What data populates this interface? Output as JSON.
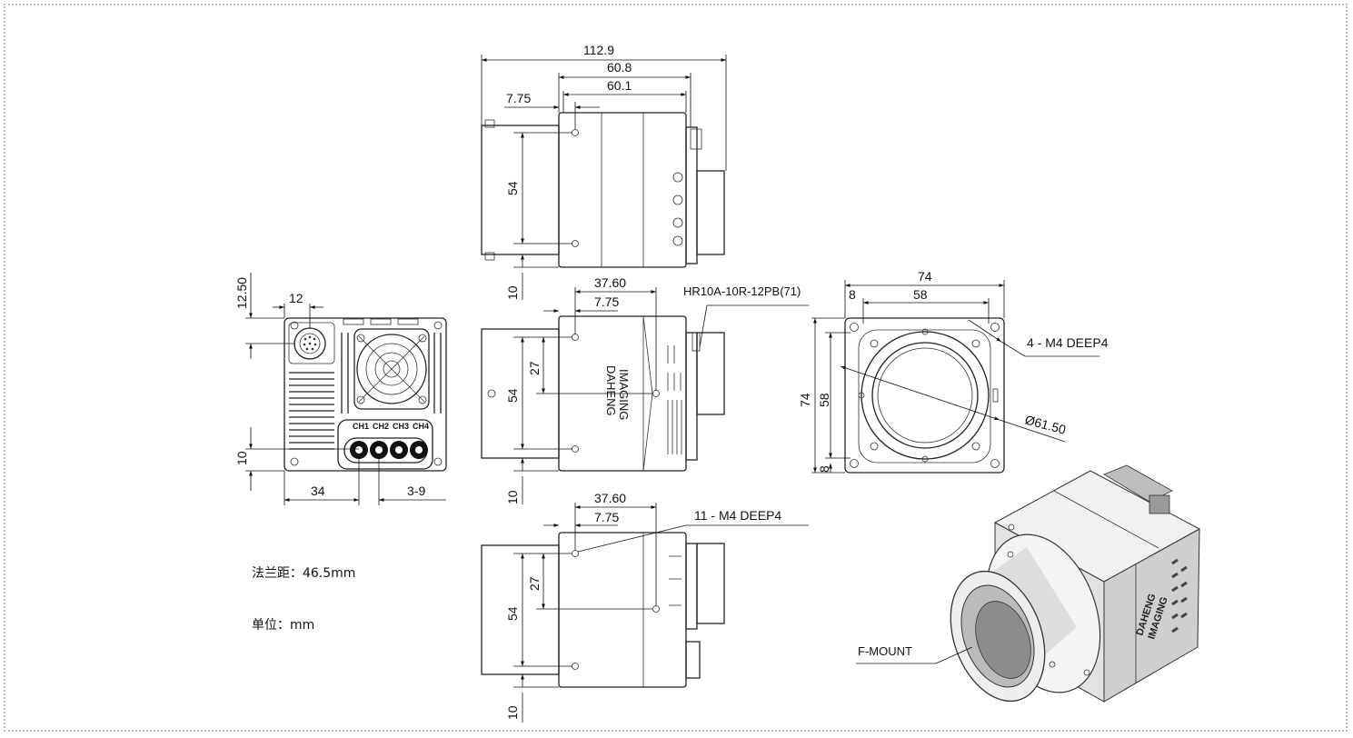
{
  "notes": {
    "flange_distance": "法兰距：46.5mm",
    "unit": "单位：mm"
  },
  "callouts": {
    "connector": "HR10A-10R-12PB(71)",
    "front_holes": "4 - M4 DEEP4",
    "side_holes": "11 - M4 DEEP4",
    "diameter": "Ø61.50",
    "mount": "F-MOUNT"
  },
  "back_view": {
    "channels": [
      "CH1",
      "CH2",
      "CH3",
      "CH4"
    ],
    "dims": {
      "top_offset": "12.50",
      "connector_offset": "12",
      "bottom_offset": "10",
      "horizontal": "34",
      "range": "3-9"
    }
  },
  "top_view": {
    "dims": {
      "overall": "112.9",
      "body_plus": "60.8",
      "body": "60.1",
      "front_offset": "7.75",
      "height": "54",
      "bottom": "10"
    }
  },
  "side_view": {
    "dims": {
      "hole_x": "37.60",
      "front_offset": "7.75",
      "half": "27",
      "height": "54",
      "bottom": "10"
    },
    "brand_line1": "DAHENG",
    "brand_line2": "IMAGING"
  },
  "bottom_view": {
    "dims": {
      "hole_x": "37.60",
      "front_offset": "7.75",
      "half": "27",
      "height": "54",
      "bottom": "10"
    }
  },
  "front_view": {
    "dims": {
      "width": "74",
      "edge_offset": "8",
      "hole_pitch": "58",
      "height": "74",
      "vertical_pitch": "58",
      "bottom_offset": "8"
    }
  }
}
